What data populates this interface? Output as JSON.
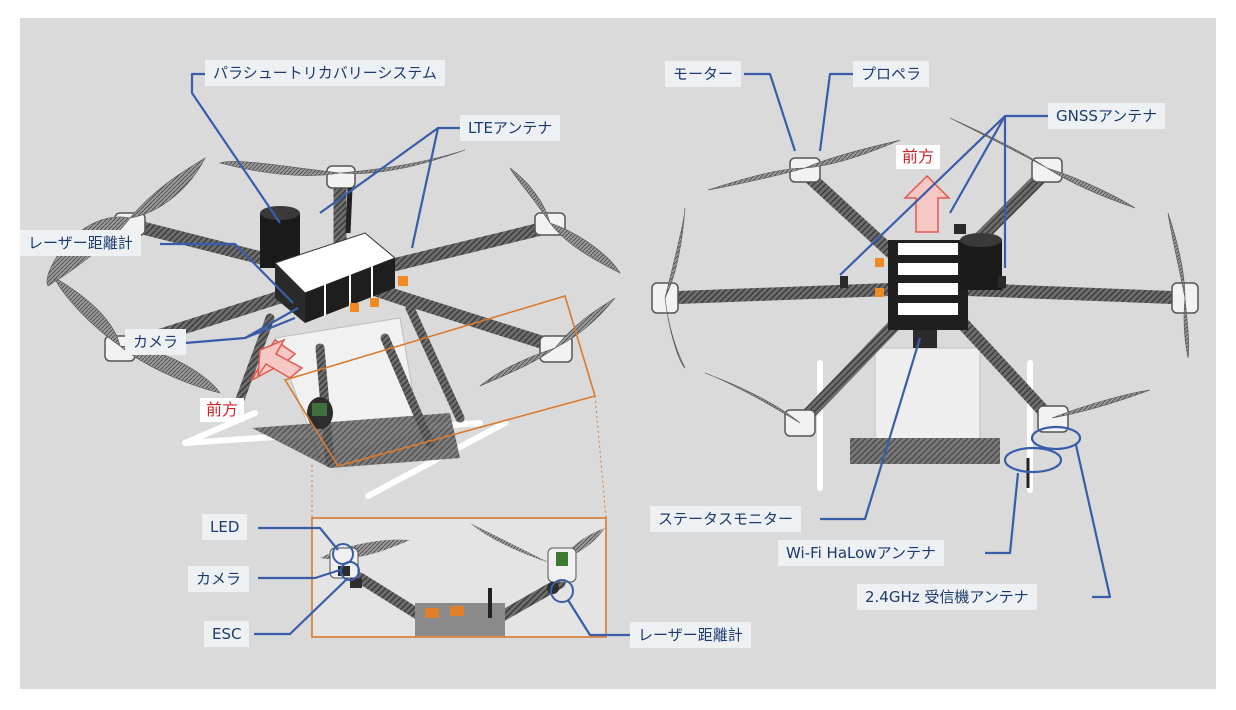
{
  "labels": {
    "parachute": "パラシュートリカバリーシステム",
    "lte": "LTEアンテナ",
    "laser_left": "レーザー距離計",
    "camera_left": "カメラ",
    "front_left": "前方",
    "led": "LED",
    "camera_inset": "カメラ",
    "esc": "ESC",
    "laser_inset": "レーザー距離計",
    "motor": "モーター",
    "propeller": "プロペラ",
    "gnss": "GNSSアンテナ",
    "front_right": "前方",
    "status_monitor": "ステータスモニター",
    "wifi": "Wi-Fi HaLowアンテナ",
    "receiver": "2.4GHz 受信機アンテナ"
  },
  "colors": {
    "background": "#dadadb",
    "label_bg": "#eef1f4",
    "label_text": "#1c3a6e",
    "leader": "#3a5da8",
    "front_text": "#d2232a",
    "arrow_fill": "#f6c7c3",
    "arrow_stroke": "#e05a4e",
    "zoom_box": "#d97a2e"
  }
}
